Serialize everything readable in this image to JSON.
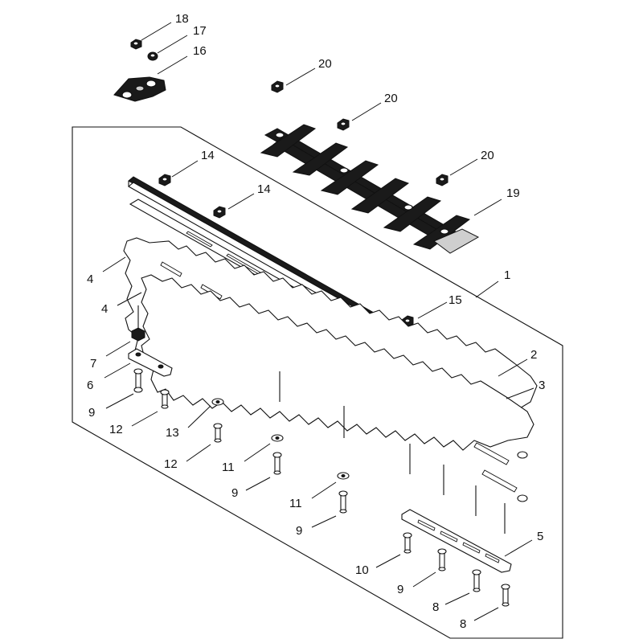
{
  "diagram": {
    "callouts": [
      "1",
      "2",
      "3",
      "4",
      "4",
      "5",
      "6",
      "7",
      "8",
      "8",
      "9",
      "9",
      "9",
      "9",
      "10",
      "11",
      "11",
      "12",
      "12",
      "13",
      "14",
      "14",
      "15",
      "16",
      "17",
      "18",
      "19",
      "20",
      "20",
      "20"
    ]
  }
}
